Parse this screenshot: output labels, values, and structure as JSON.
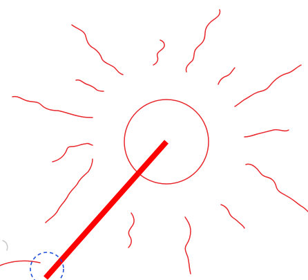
{
  "canvas": {
    "background": "#ffffff",
    "stroke_color": "#e8262b",
    "ink_color": "#ff0000",
    "selection_color": "#1e50dc",
    "handle_color": "#cc0000"
  },
  "tool": "pen",
  "shapes": {
    "sun_circle": "circle",
    "rays": "freehand-wavy-lines",
    "stick": "thick-line",
    "selection_handle": "dashed-circle"
  }
}
